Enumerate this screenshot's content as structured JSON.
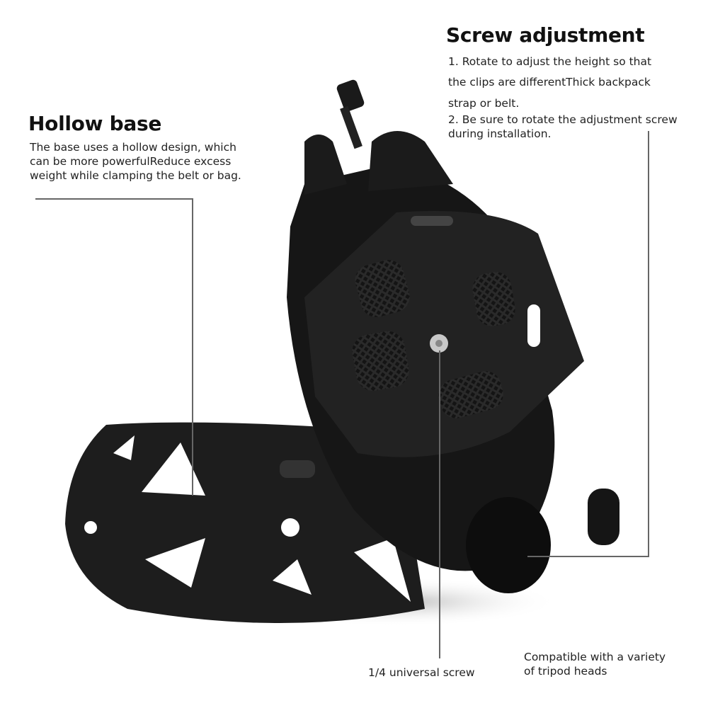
{
  "screw_adjustment": {
    "title": "Screw adjustment",
    "lines": [
      "1. Rotate to adjust the height so that",
      "the clips are differentThick backpack",
      "strap or belt.",
      "2. Be sure to rotate the adjustment screw",
      "during installation."
    ]
  },
  "hollow_base": {
    "title": "Hollow base",
    "lines": [
      "The base uses a hollow design, which",
      "can be more powerfulReduce excess",
      "weight while clamping the belt or bag."
    ]
  },
  "universal_screw": {
    "label": "1/4 universal screw"
  },
  "tripod": {
    "lines": [
      "Compatible with a variety",
      "of tripod heads"
    ]
  },
  "colors": {
    "product": "#1b1b1b",
    "callout_line": "#666666"
  }
}
